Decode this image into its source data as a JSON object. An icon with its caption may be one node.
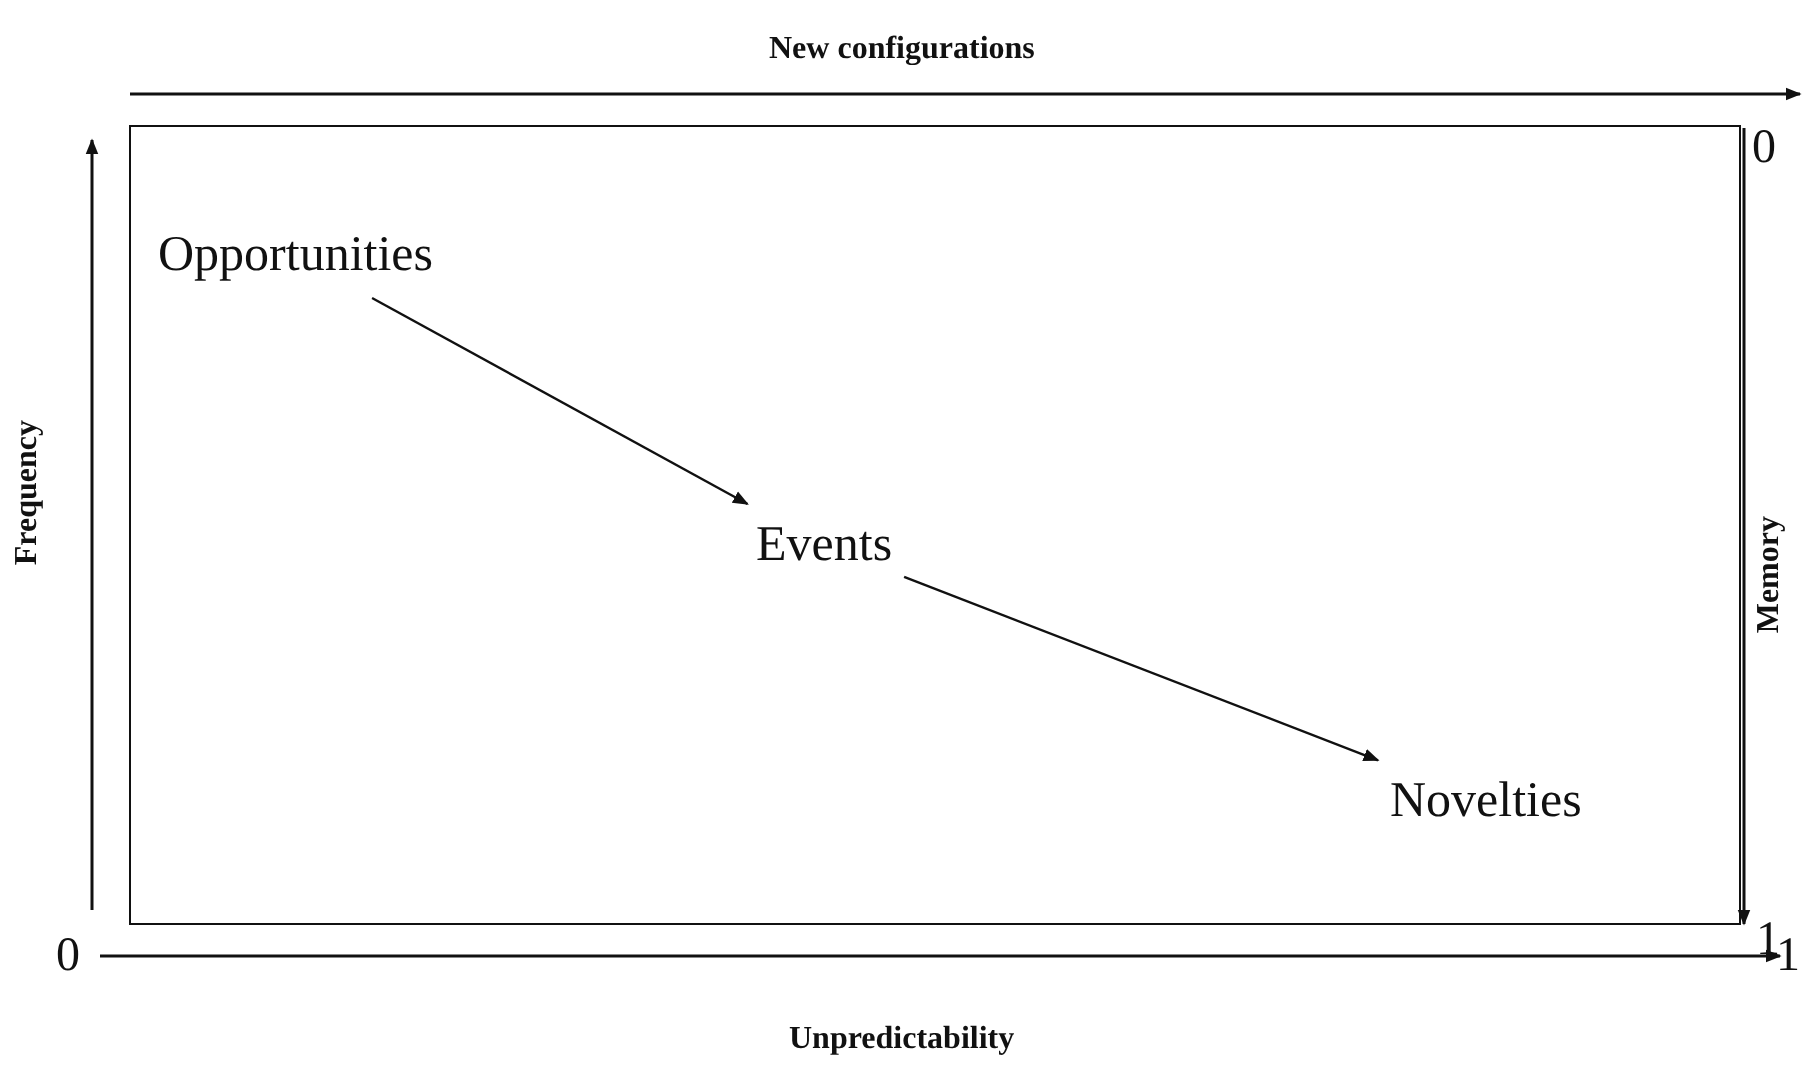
{
  "diagram": {
    "nodes": [
      {
        "text": [
          "Opportunities"
        ]
      },
      {
        "text": [
          "Events"
        ]
      },
      {
        "text": [
          "Novelties"
        ]
      }
    ],
    "edges": [
      {
        "from": 0,
        "to": 1,
        "arrow": "to"
      },
      {
        "from": 1,
        "to": 2,
        "arrow": "to"
      }
    ],
    "labels": [
      "New configurations",
      "0",
      "Frequency",
      "Memory",
      "1",
      "0",
      "1",
      "Unpredictability"
    ]
  }
}
